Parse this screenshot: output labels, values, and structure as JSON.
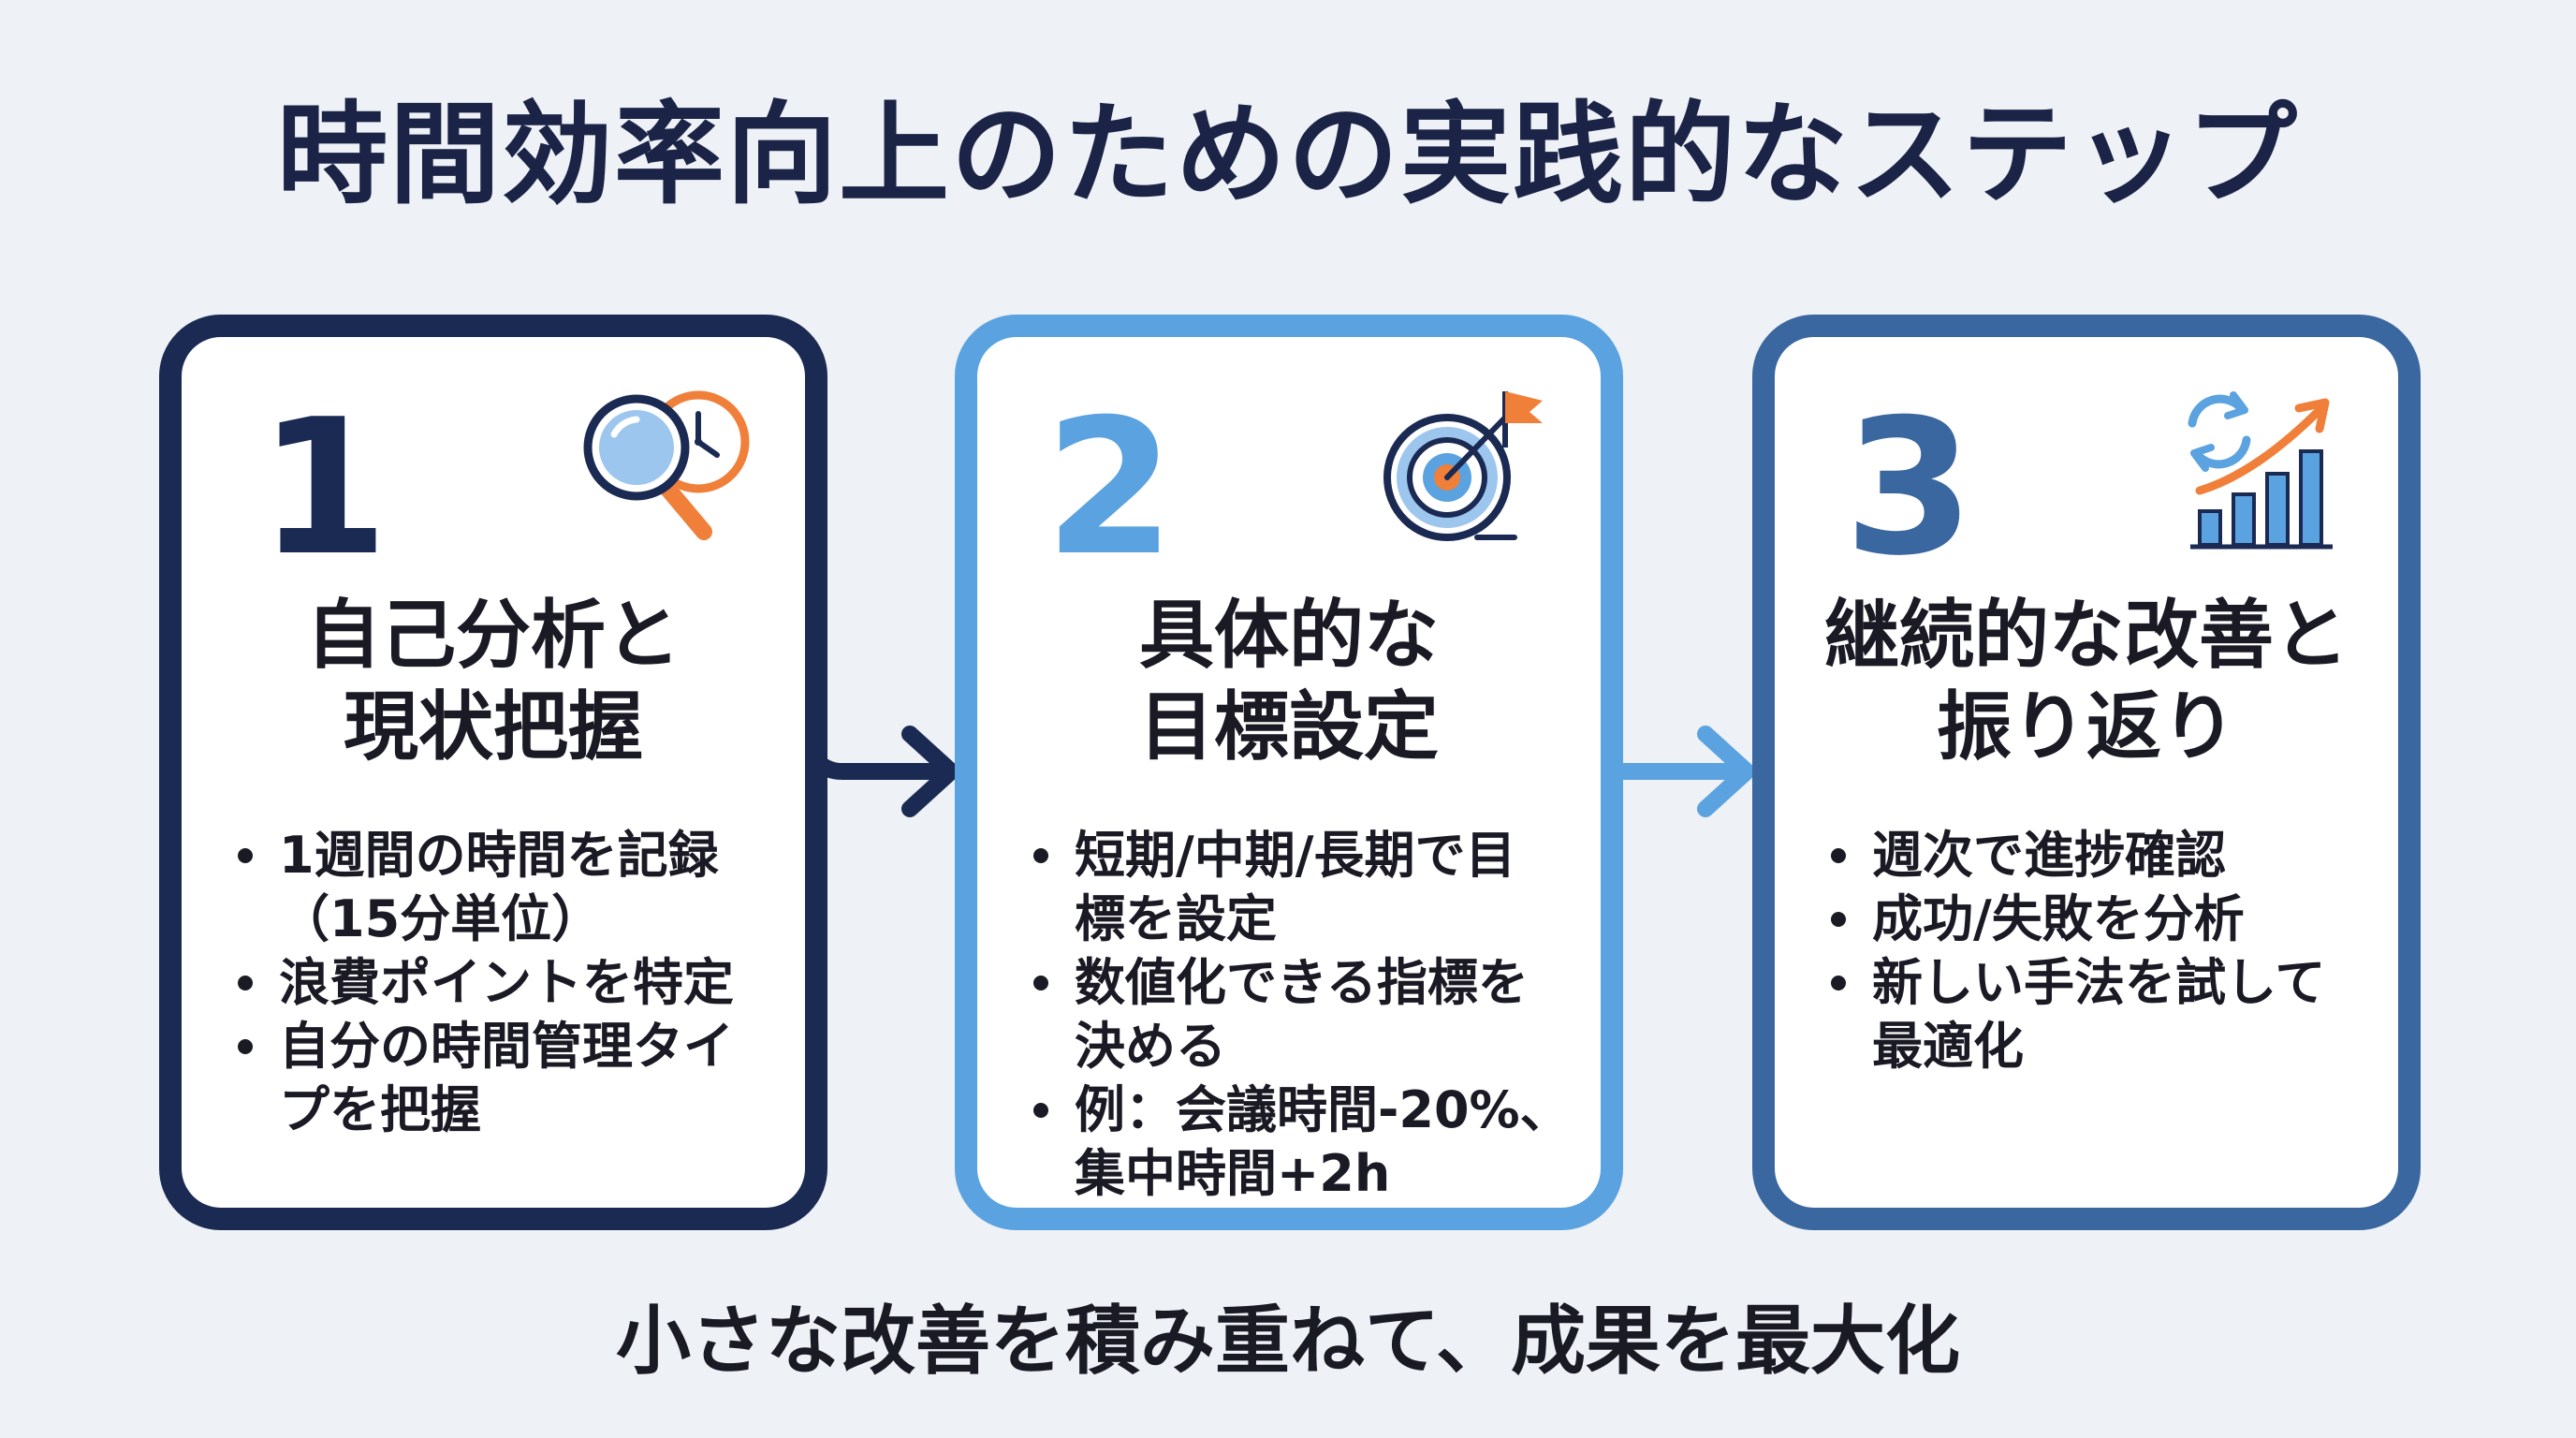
{
  "title": "時間効率向上のための実践的なステップ",
  "steps": [
    {
      "number": "1",
      "heading_lines": [
        "自己分析と",
        "現状把握"
      ],
      "bullets": [
        [
          "1週間の時間を記録",
          "（15分単位）"
        ],
        [
          "浪費ポイントを特定"
        ],
        [
          "自分の時間管理タイ",
          "プを把握"
        ]
      ]
    },
    {
      "number": "2",
      "heading_lines": [
        "具体的な",
        "目標設定"
      ],
      "bullets": [
        [
          "短期/中期/長期で目",
          "標を設定"
        ],
        [
          "数値化できる指標を",
          "決める"
        ],
        [
          "例：会議時間-20%、",
          "集中時間+2h"
        ]
      ]
    },
    {
      "number": "3",
      "heading_lines": [
        "継続的な改善と",
        "振り返り"
      ],
      "bullets": [
        [
          "週次で進捗確認"
        ],
        [
          "成功/失敗を分析"
        ],
        [
          "新しい手法を試して",
          "最適化"
        ]
      ]
    }
  ],
  "tagline": "小さな改善を積み重ねて、成果を最大化",
  "icons": [
    "magnifier-clock-icon",
    "target-flag-icon",
    "cycle-growth-chart-icon"
  ],
  "colors": {
    "step1": "#1b2a52",
    "step2": "#5aa2e0",
    "step3": "#3a679f",
    "accent_orange": "#f07f3a",
    "background": "#eef1f5"
  }
}
